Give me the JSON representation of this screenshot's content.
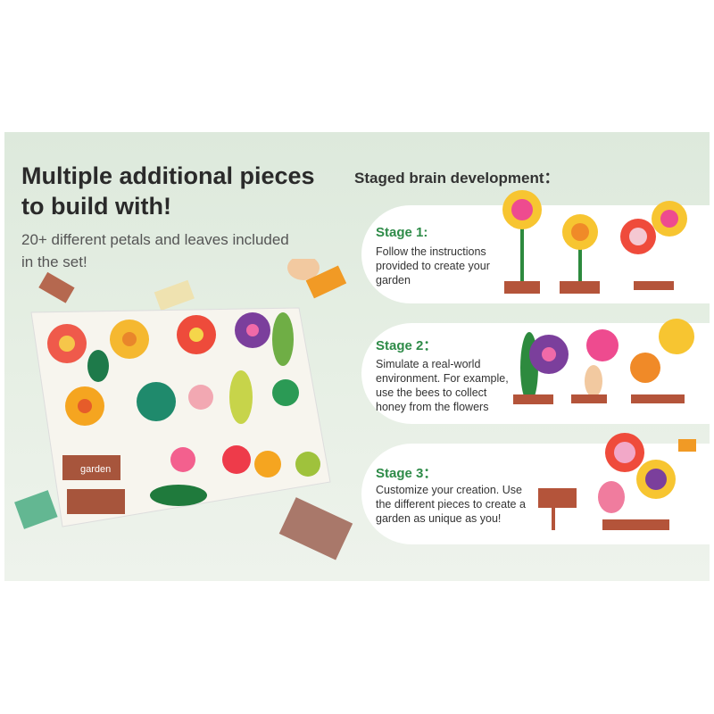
{
  "left": {
    "headline": "Multiple additional pieces to build with!",
    "subtitle": "20+ different petals and leaves included in the set!",
    "sign_text": "garden"
  },
  "right": {
    "title": "Staged brain development：",
    "stages": [
      {
        "label": "Stage 1:",
        "text": "Follow the instructions provided to create your garden"
      },
      {
        "label": "Stage 2：",
        "text": "Simulate a real-world environment. For example, use the bees to collect honey from the flowers"
      },
      {
        "label": "Stage 3：",
        "text": "Customize your creation. Use the different pieces to create a garden as unique as you!"
      }
    ]
  },
  "colors": {
    "accent": "#2e8b48",
    "background": "#dde9dc"
  }
}
